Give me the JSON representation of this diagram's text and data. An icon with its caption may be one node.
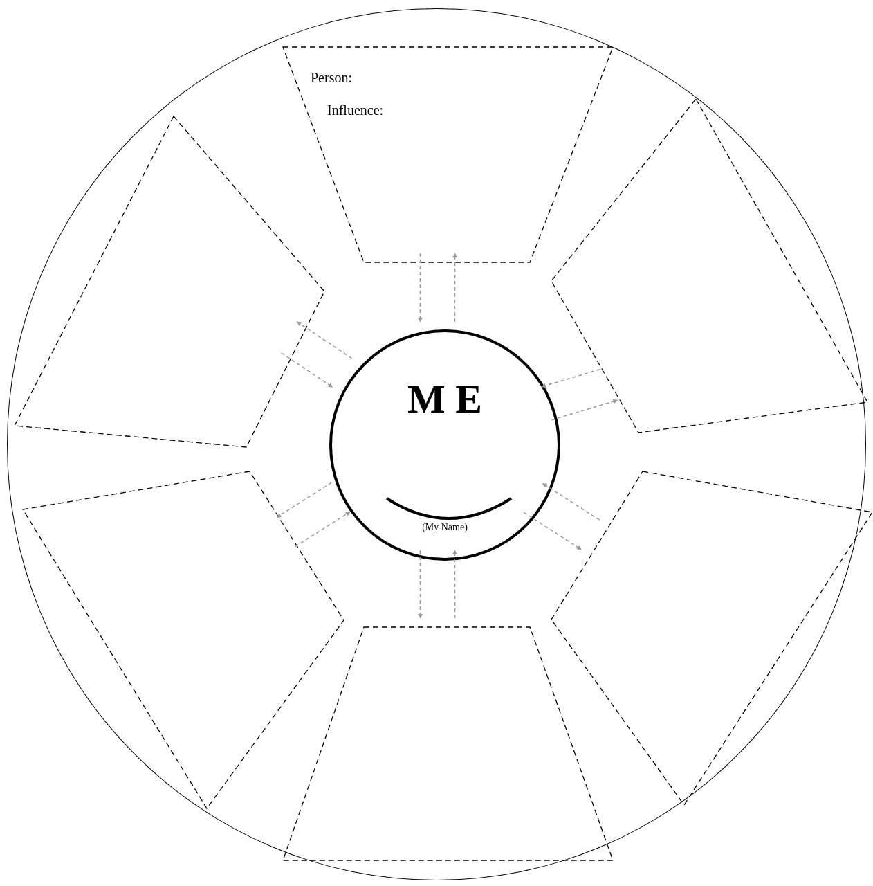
{
  "diagram": {
    "nodes": [
      {
        "text": [],
        "shape": "circle"
      },
      {
        "text": [
          "Person:",
          "Influence:"
        ],
        "in": 0
      },
      {
        "text": [],
        "shape": "trapezoid",
        "in": 0
      },
      {
        "text": [],
        "shape": "trapezoid",
        "in": 0
      },
      {
        "text": [],
        "shape": "trapezoid",
        "in": 0
      },
      {
        "text": [],
        "shape": "trapezoid",
        "in": 0
      },
      {
        "text": [],
        "shape": "trapezoid",
        "in": 0
      },
      {
        "text": [
          "M E",
          "(My Name)"
        ],
        "in": 0
      }
    ],
    "edges": [
      {
        "from": 1,
        "to": 7,
        "arrow": "to",
        "style": "dashed"
      },
      {
        "from": 7,
        "to": 1,
        "arrow": "to",
        "style": "dashed"
      },
      {
        "from": 2,
        "to": 7,
        "arrow": "to",
        "style": "dashed"
      },
      {
        "from": 7,
        "to": 2,
        "arrow": "to",
        "style": "dashed"
      },
      {
        "from": 3,
        "to": 7,
        "arrow": "to",
        "style": "dashed"
      },
      {
        "from": 7,
        "to": 3,
        "arrow": "to",
        "style": "dashed"
      },
      {
        "from": 7,
        "to": 4,
        "arrow": "to",
        "style": "dashed"
      },
      {
        "from": 4,
        "to": 7,
        "arrow": "to",
        "style": "dashed"
      },
      {
        "from": 7,
        "to": 5,
        "arrow": "to",
        "style": "dashed"
      },
      {
        "from": 5,
        "to": 7,
        "arrow": "to",
        "style": "dashed"
      },
      {
        "from": 7,
        "to": 6,
        "arrow": "to",
        "style": "dashed"
      },
      {
        "from": 6,
        "to": 7,
        "arrow": "to",
        "style": "dashed"
      }
    ]
  }
}
